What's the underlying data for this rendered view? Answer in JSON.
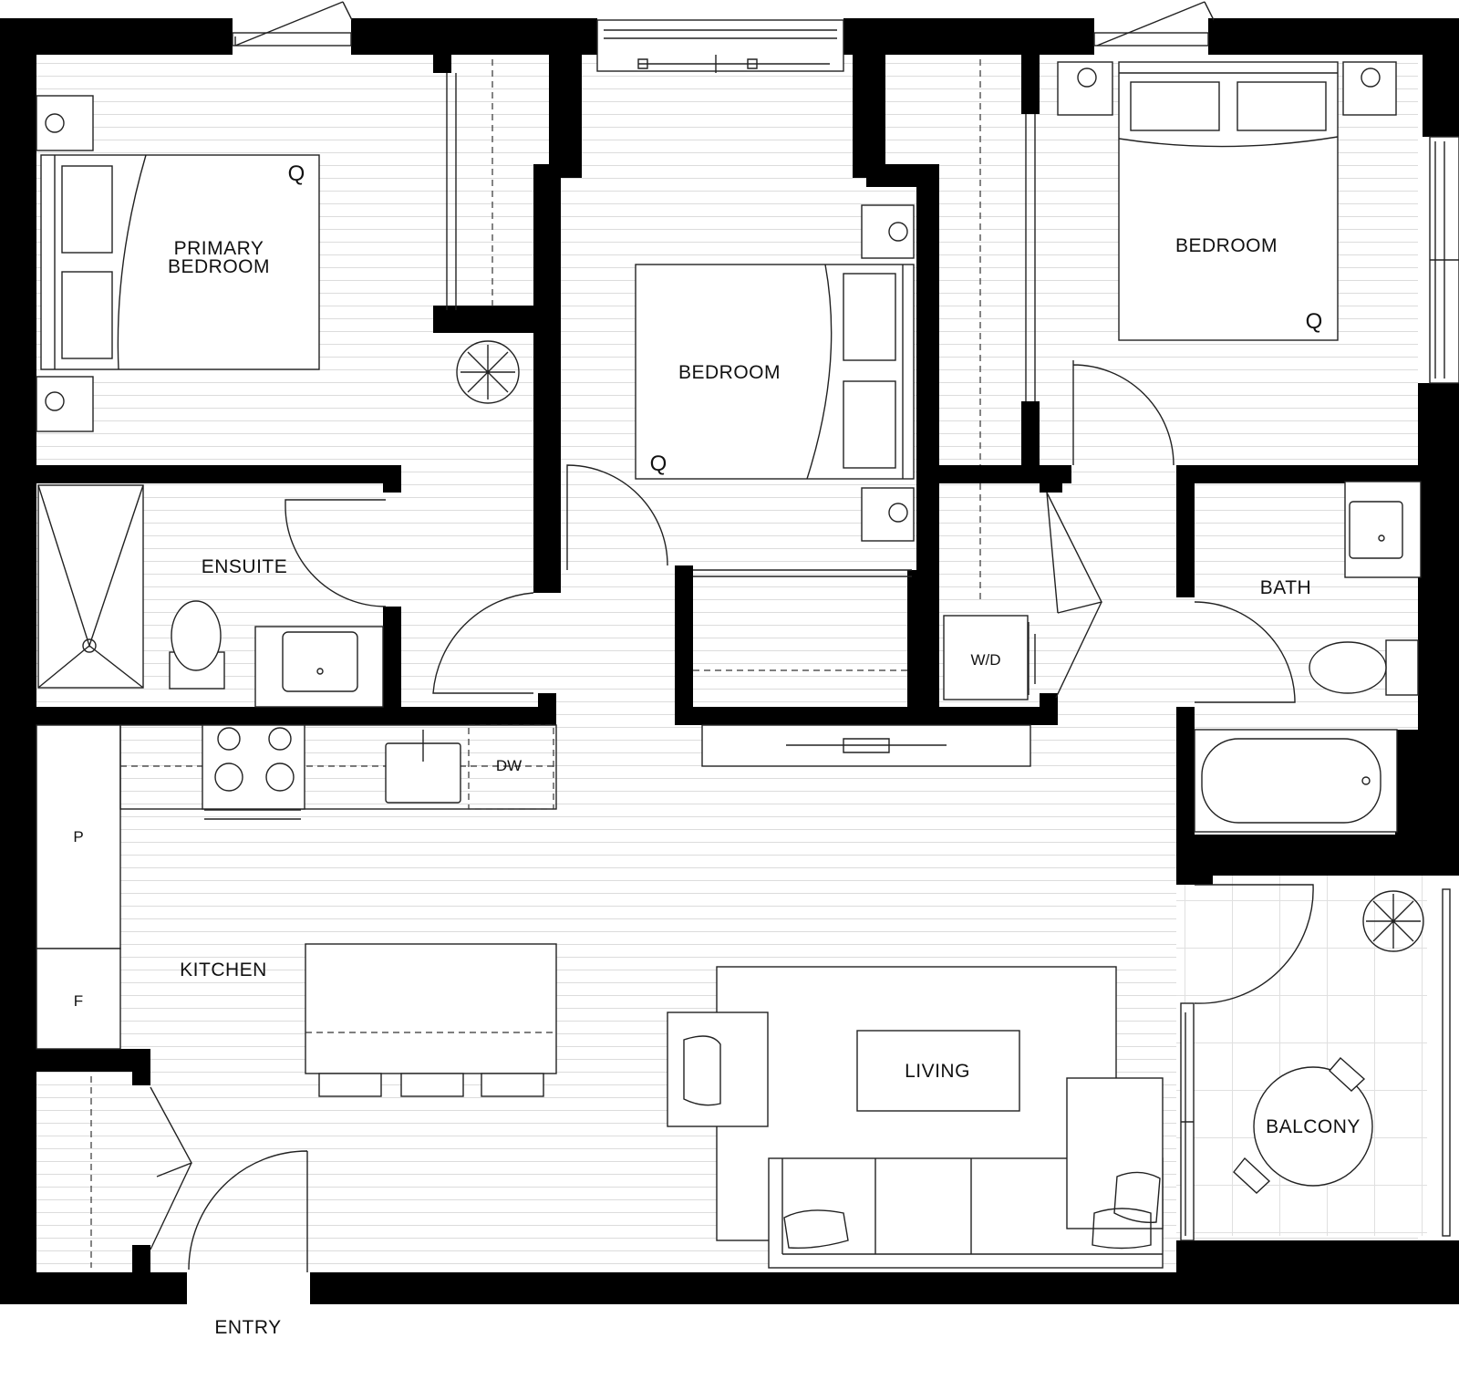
{
  "rooms": {
    "primary_bedroom": [
      "PRIMARY",
      "BEDROOM"
    ],
    "bedroom_center": "BEDROOM",
    "bedroom_right": "BEDROOM",
    "ensuite": "ENSUITE",
    "bath": "BATH",
    "washer_dryer": "W/D",
    "kitchen": "KITCHEN",
    "living": "LIVING",
    "balcony": "BALCONY",
    "entry": "ENTRY"
  },
  "fixtures": {
    "dishwasher": "DW",
    "pantry": "P",
    "fridge": "F"
  },
  "bed_size_mark": "Q",
  "colors": {
    "wall": "#000000",
    "line": "#222222",
    "floor_line": "#dcdcdc"
  }
}
